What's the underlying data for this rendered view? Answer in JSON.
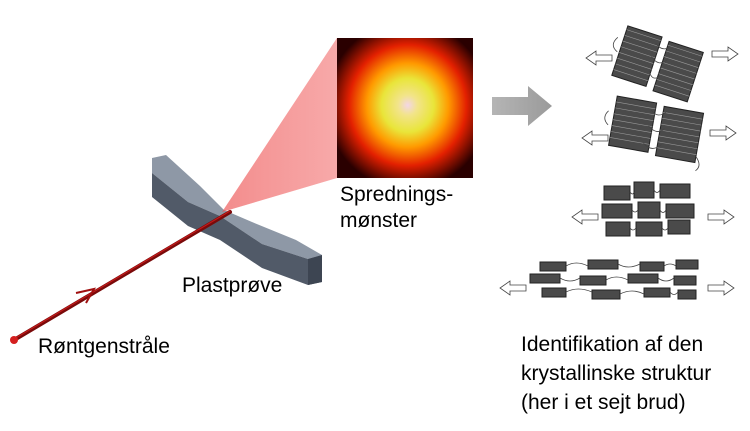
{
  "labels": {
    "xray_beam": "Røntgenstråle",
    "sample": "Plastprøve",
    "pattern_line1": "Sprednings-",
    "pattern_line2": "mønster",
    "result_line1": "Identifikation af den",
    "result_line2": "krystallinske struktur",
    "result_line3": "(her i et sejt brud)"
  },
  "colors": {
    "beam": "#8b0d0d",
    "beam_highlight": "#d42020",
    "sample_top": "#8b95a3",
    "sample_front": "#4f5866",
    "sample_side": "#6b7483",
    "cone": "#ff8a8a",
    "pattern_outer": "#c20000",
    "pattern_mid": "#ff8a00",
    "pattern_inner": "#f6f27a",
    "arrow_gray": "#a7a7a7",
    "lamella": "#3a3a3a"
  }
}
